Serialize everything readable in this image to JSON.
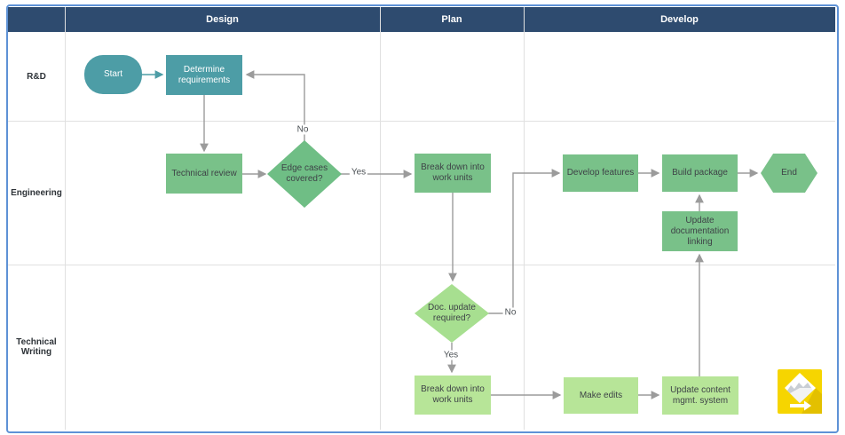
{
  "header": {
    "design": "Design",
    "plan": "Plan",
    "develop": "Develop"
  },
  "lanes": {
    "rd": "R&D",
    "engineering": "Engineering",
    "technical_writing": "Technical Writing"
  },
  "nodes": {
    "start": "Start",
    "determine_requirements": "Determine requirements",
    "technical_review": "Technical review",
    "edge_cases_covered": "Edge cases covered?",
    "break_down_work_units_eng": "Break down into work units",
    "develop_features": "Develop features",
    "build_package": "Build package",
    "end": "End",
    "update_documentation_linking": "Update documentation linking",
    "doc_update_required": "Doc. update required?",
    "break_down_work_units_tw": "Break down into work units",
    "make_edits": "Make edits",
    "update_content_mgmt_system": "Update content mgmt. system"
  },
  "edge_labels": {
    "edge_cases_no": "No",
    "edge_cases_yes": "Yes",
    "doc_update_no": "No",
    "doc_update_yes": "Yes"
  },
  "colors": {
    "header_bg": "#2E4B6F",
    "teal_shape": "#4D9DA6",
    "green_shape": "#79C189",
    "green_diamond": "#6FBE85",
    "light_green_shape": "#B7E598",
    "light_green_diamond": "#A7DF90",
    "connector_gray": "#9B9B9B",
    "frame_border": "#5E92D6",
    "logo_yellow": "#F6D500"
  }
}
